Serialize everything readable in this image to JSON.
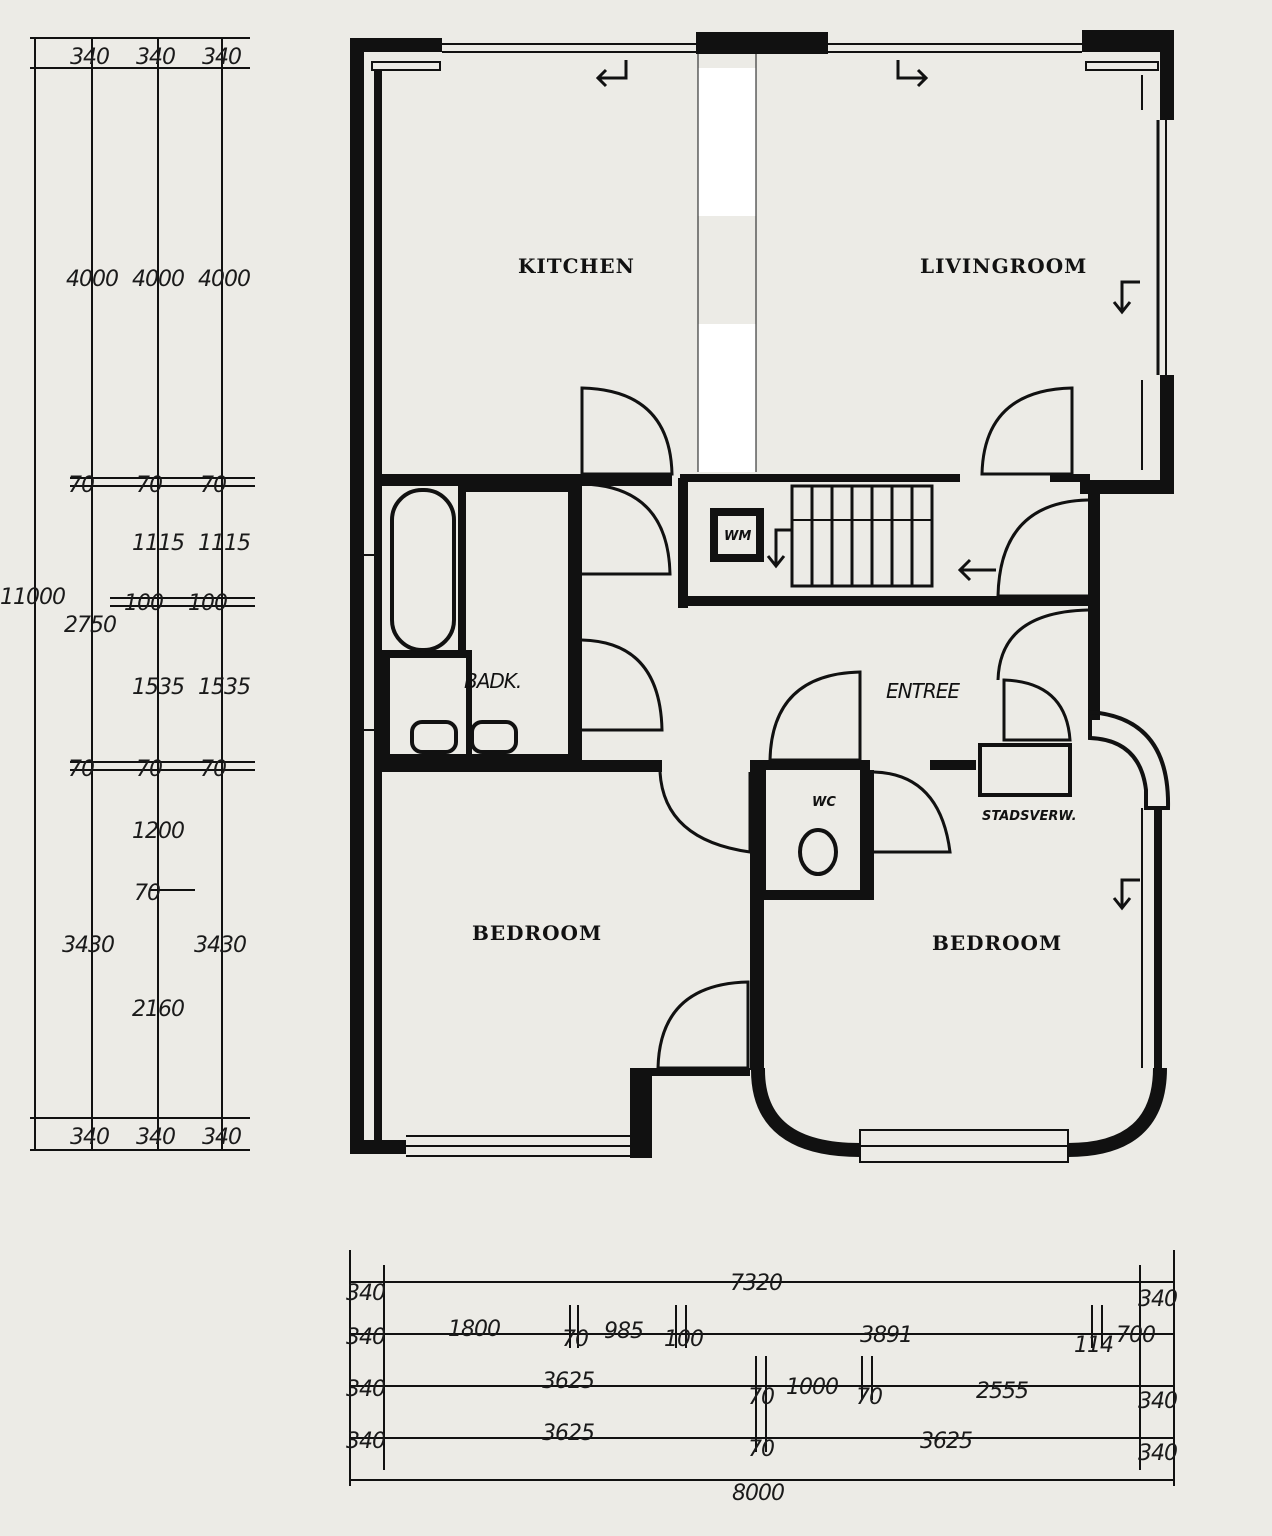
{
  "rooms": {
    "kitchen": "KITCHEN",
    "livingroom": "LIVINGROOM",
    "bathroom": "BADK.",
    "wc": "WC",
    "entree": "ENTREE",
    "bedroom_left": "BEDROOM",
    "bedroom_right": "BEDROOM",
    "wm": "WM",
    "stadsverw": "STADSVERW."
  },
  "vertical_dims": {
    "total": "11000",
    "top_walls": [
      "340",
      "340",
      "340"
    ],
    "row1": [
      "4000",
      "4000",
      "4000"
    ],
    "wall_a": [
      "70",
      "70",
      "70"
    ],
    "row2": [
      "1115",
      "1115"
    ],
    "col0_mid": "2750",
    "wall_b": [
      "100",
      "100"
    ],
    "row3": [
      "1535",
      "1535"
    ],
    "wall_c": [
      "70",
      "70",
      "70"
    ],
    "row4": "1200",
    "wall_d": "70",
    "row5_left": "3430",
    "row5_right": "3430",
    "row6": "2160",
    "bottom_walls": [
      "340",
      "340",
      "340"
    ]
  },
  "horizontal_dims": {
    "row1": {
      "left": "340",
      "span": "7320",
      "right": "340"
    },
    "row2": {
      "left": "340",
      "a": "1800",
      "b": "70",
      "c": "985",
      "d": "100",
      "e": "3891",
      "f": "114",
      "right": "700"
    },
    "row3": {
      "left": "340",
      "a": "3625",
      "b": "70",
      "c": "1000",
      "d": "70",
      "e": "2555",
      "right": "340"
    },
    "row4": {
      "left": "340",
      "a": "3625",
      "b": "70",
      "c": "3625",
      "right": "340"
    },
    "total": "8000"
  }
}
